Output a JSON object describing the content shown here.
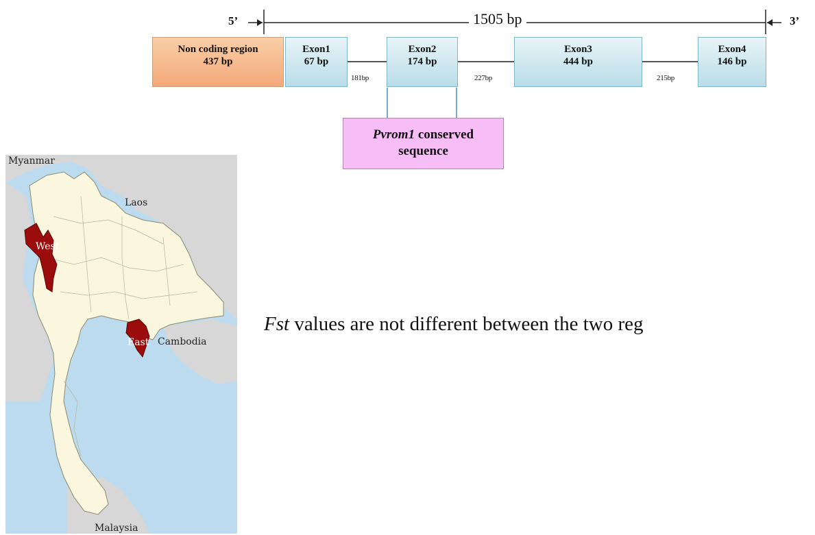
{
  "gene_diagram": {
    "five_prime": "5’",
    "three_prime": "3’",
    "total_length": "1505 bp",
    "noncoding": {
      "name": "Non coding region",
      "length": "437 bp"
    },
    "exons": [
      {
        "name": "Exon1",
        "length": "67 bp"
      },
      {
        "name": "Exon2",
        "length": "174 bp"
      },
      {
        "name": "Exon3",
        "length": "444 bp"
      },
      {
        "name": "Exon4",
        "length": "146 bp"
      }
    ],
    "introns": [
      "181bp",
      "227bp",
      "215bp"
    ],
    "conserved": {
      "gene": "Pvrom1",
      "line1_rest": " conserved",
      "line2": "sequence"
    }
  },
  "map": {
    "countries": {
      "myanmar": "Myanmar",
      "laos": "Laos",
      "cambodia": "Cambodia",
      "malaysia": "Malaysia"
    },
    "regions": {
      "west": "West",
      "east": "East"
    },
    "colors": {
      "sea": "#bcdbee",
      "land_thailand": "#fbf7df",
      "land_other": "#d7d7d7",
      "region": "#9b0c0c"
    }
  },
  "statement": {
    "italic": "Fst",
    "rest": " values are not different between the two reg"
  }
}
